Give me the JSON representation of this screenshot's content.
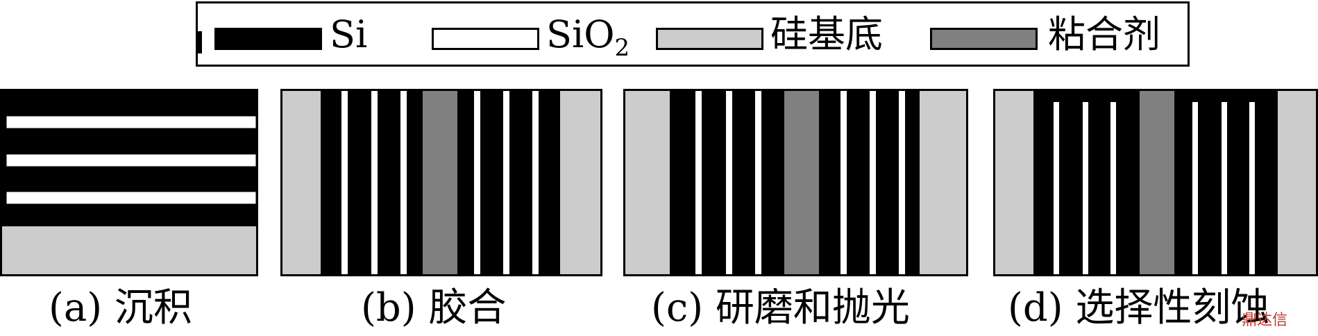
{
  "legend": {
    "si": {
      "label": "Si",
      "color": "#000000"
    },
    "sio2": {
      "label": "SiO",
      "sub": "2",
      "color": "#ffffff"
    },
    "substrate": {
      "label": "硅基底",
      "color": "#cccccc"
    },
    "adhesive": {
      "label": "粘合剂",
      "color": "#808080"
    }
  },
  "captions": {
    "a": "(a) 沉积",
    "b": "(b) 胶合",
    "c": "(c) 研磨和抛光",
    "d": "(d) 选择性刻蚀"
  },
  "watermark": "鼎达信"
}
